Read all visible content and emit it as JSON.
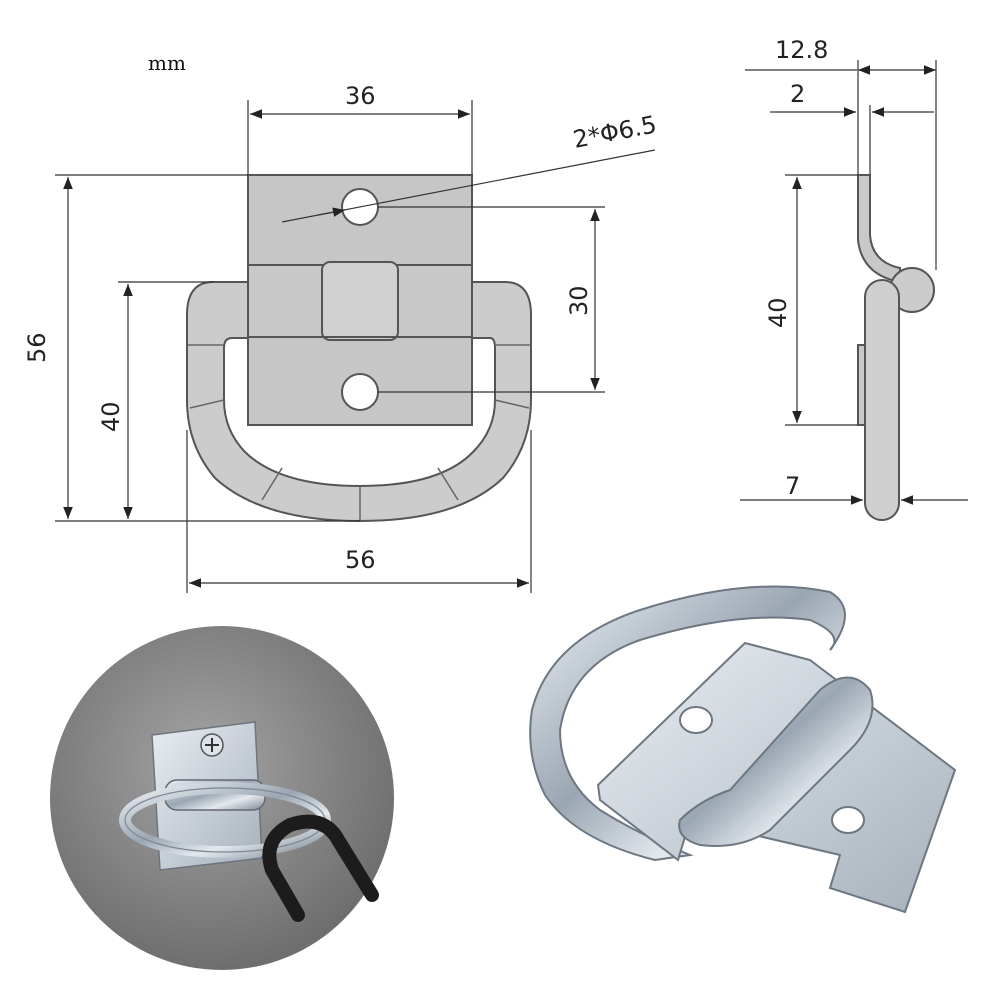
{
  "unit_label": "mm",
  "front_view": {
    "plate_width": "36",
    "hole_spec": "2*Φ6.5",
    "hole_spacing": "30",
    "overall_height": "56",
    "ring_height": "40",
    "overall_width": "56"
  },
  "side_view": {
    "overall_depth": "12.8",
    "plate_thickness": "2",
    "height": "40",
    "ring_thickness": "7"
  },
  "colors": {
    "plate": "#c5c5c5",
    "ring": "#cdcdcd",
    "line": "#555555",
    "dim": "#333333",
    "wall": "#8a8a8a",
    "steel": "#b8c2cc"
  }
}
